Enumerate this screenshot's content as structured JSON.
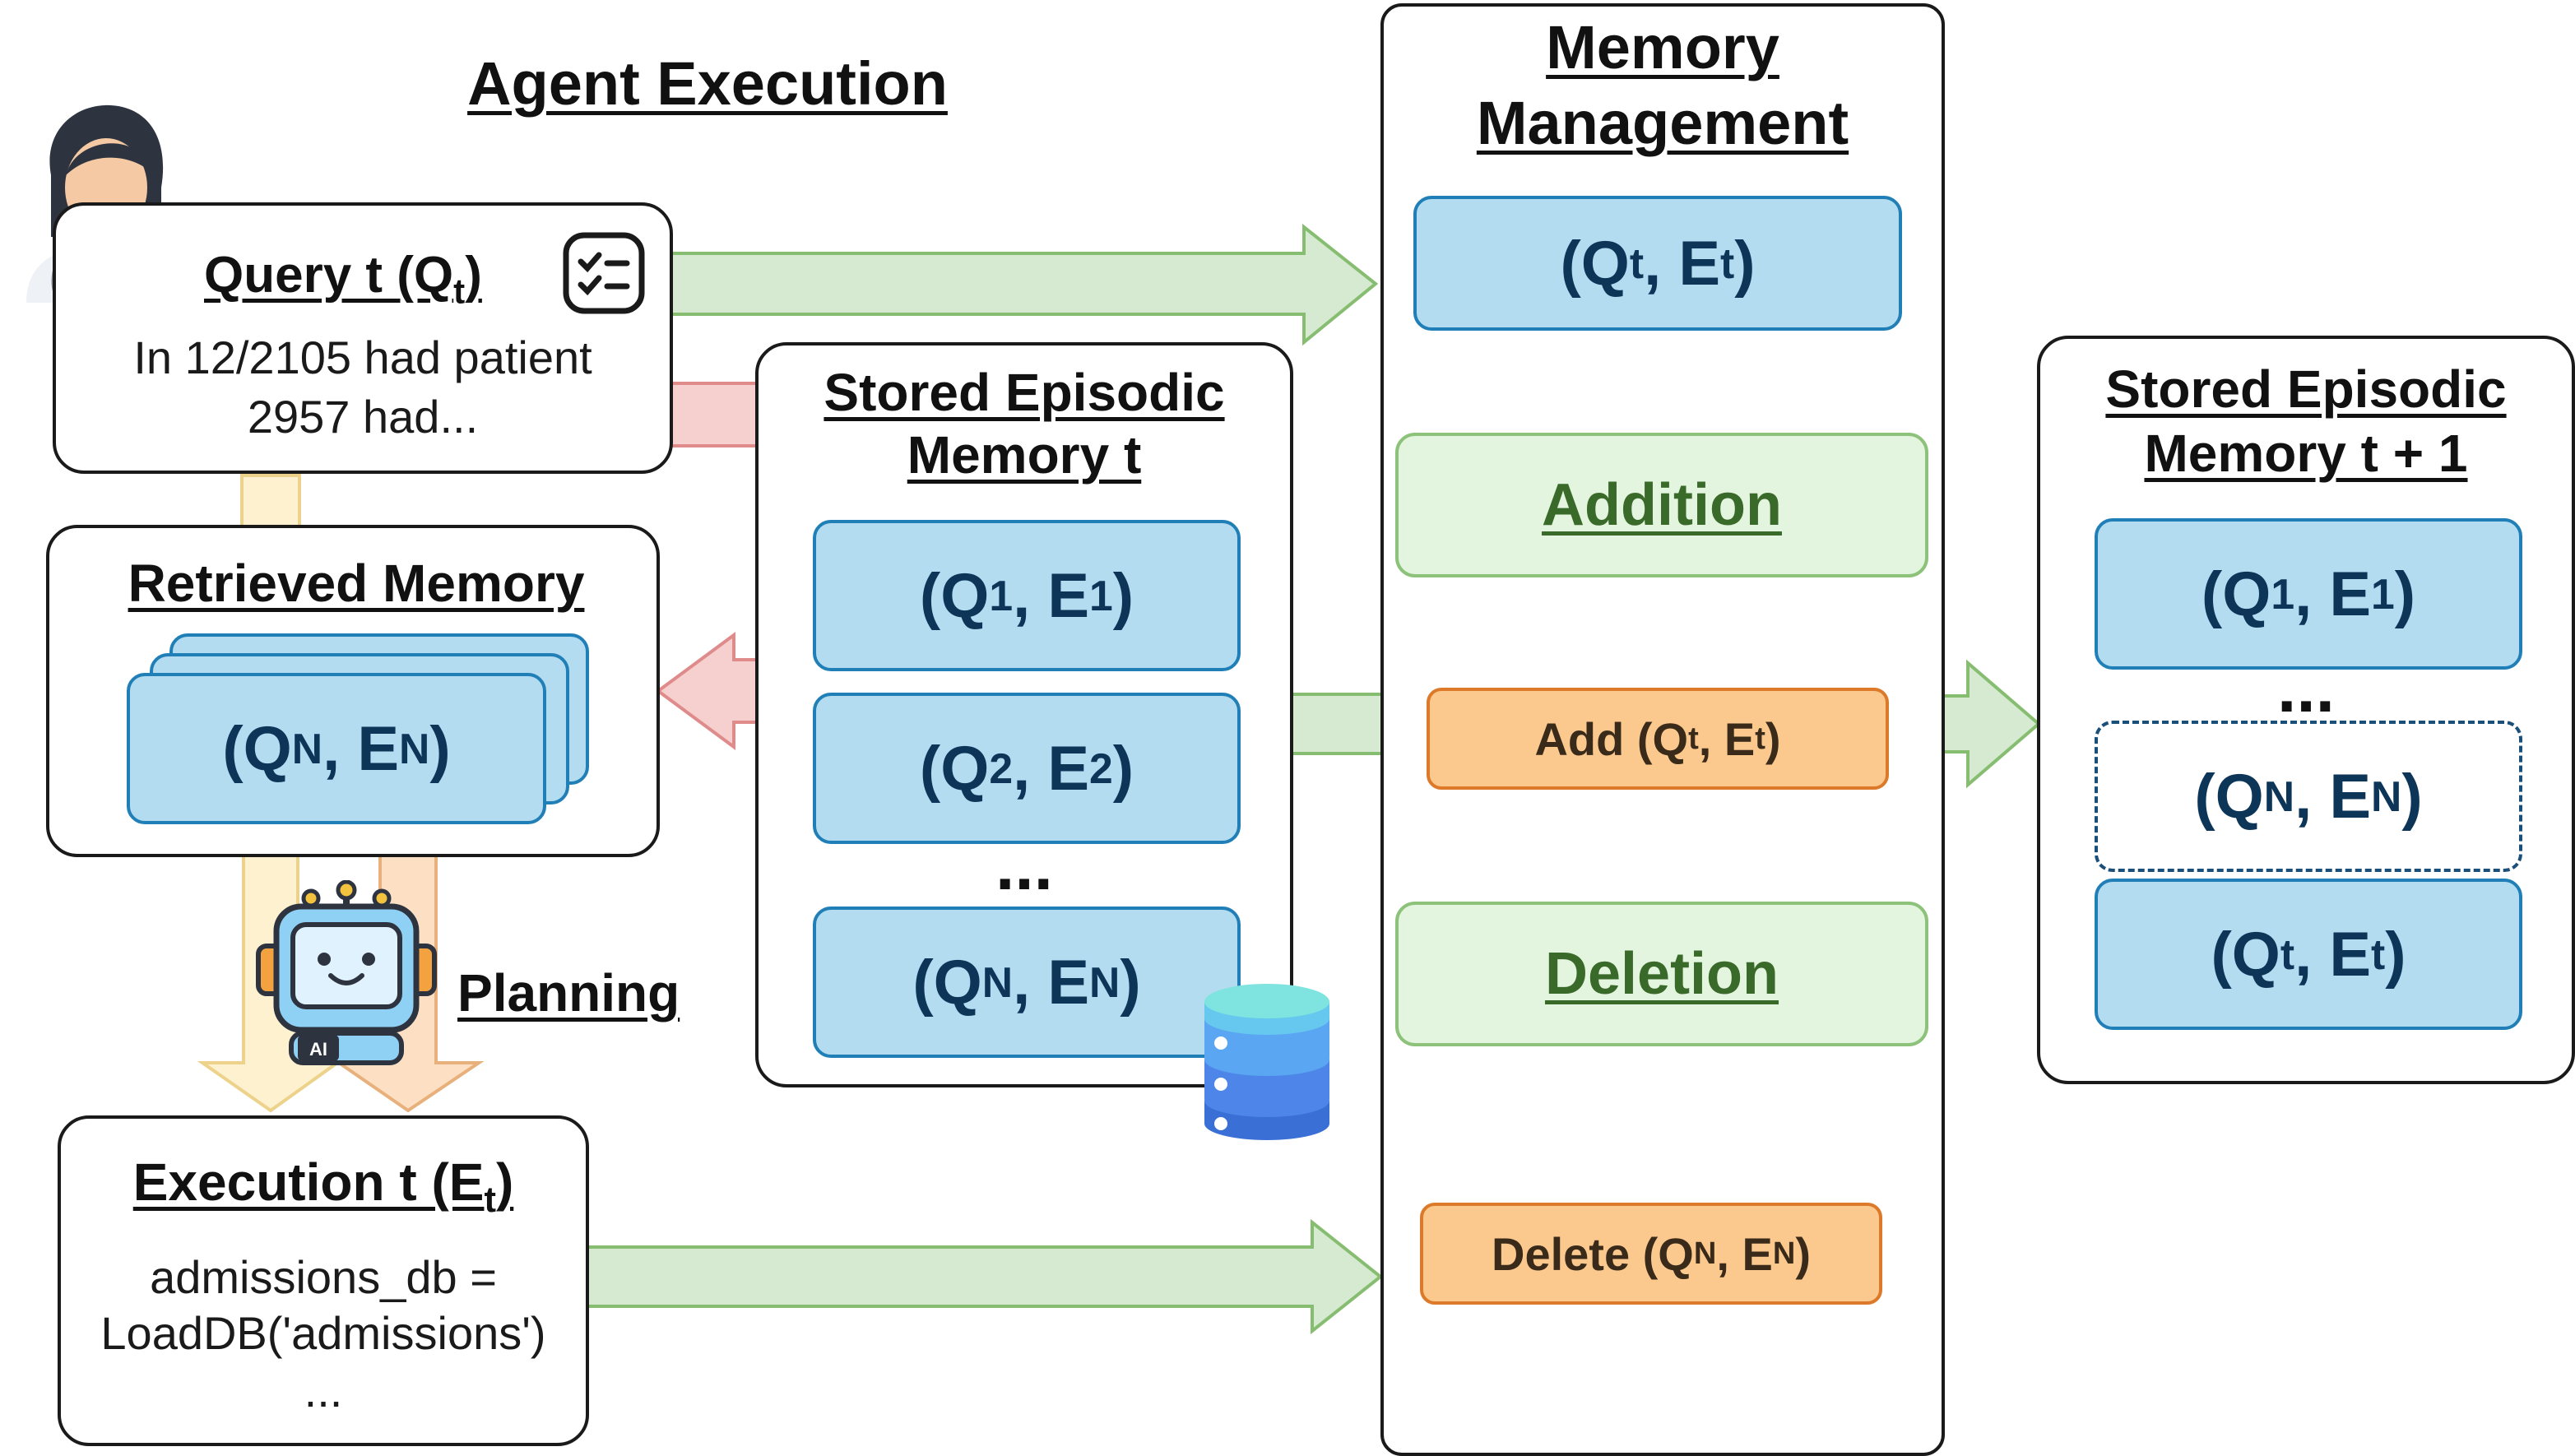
{
  "agent_execution": {
    "title": "Agent Execution",
    "query": {
      "label": "Query t (Q",
      "label_sub": "t",
      "label_end": ")",
      "line1": "In 12/2105 had patient",
      "line2": "2957 had..."
    },
    "retrieved": {
      "label": "Retrieved Memory",
      "card_q": "(Q",
      "card_q_sub": "N",
      "card_e": ", E",
      "card_e_sub": "N",
      "card_end": ")"
    },
    "planning_label": "Planning",
    "robot_badge": "AI",
    "execution": {
      "label": "Execution t (E",
      "label_sub": "t",
      "label_end": ")",
      "line1": "admissions_db =",
      "line2": "LoadDB('admissions')",
      "line3": "..."
    }
  },
  "stored_memory_t": {
    "title_line1": "Stored Episodic",
    "title_line2": "Memory t",
    "items": [
      {
        "q": "(Q",
        "qs": "1",
        "e": ", E",
        "es": "1",
        "end": ")"
      },
      {
        "q": "(Q",
        "qs": "2",
        "e": ", E",
        "es": "2",
        "end": ")"
      },
      {
        "q": "(Q",
        "qs": "N",
        "e": ", E",
        "es": "N",
        "end": ")"
      }
    ],
    "ellipsis": "..."
  },
  "memory_management": {
    "title_line1": "Memory",
    "title_line2": "Management",
    "input_pair": {
      "q": "(Q",
      "qs": "t",
      "e": ", E",
      "es": "t",
      "end": ")"
    },
    "addition_label": "Addition",
    "add_op": {
      "prefix": "Add (Q",
      "qs": "t",
      "e": ", E",
      "es": "t",
      "end": ")"
    },
    "deletion_label": "Deletion",
    "delete_op": {
      "prefix": "Delete (Q",
      "qs": "N",
      "e": ", E",
      "es": "N",
      "end": ")"
    }
  },
  "stored_memory_t1": {
    "title_line1": "Stored Episodic",
    "title_line2": "Memory t + 1",
    "items": [
      {
        "q": "(Q",
        "qs": "1",
        "e": ", E",
        "es": "1",
        "end": ")"
      },
      {
        "q": "(Q",
        "qs": "N",
        "e": ", E",
        "es": "N",
        "end": ")"
      },
      {
        "q": "(Q",
        "qs": "t",
        "e": ", E",
        "es": "t",
        "end": ")"
      }
    ],
    "ellipsis": "..."
  },
  "colors": {
    "green_arrow": "#d5ead0",
    "red_arrow": "#f6cfcf",
    "yellow_arrow": "#fdf1cf",
    "orange_arrow": "#e48c2e",
    "card_blue": "#b3dcf1"
  }
}
